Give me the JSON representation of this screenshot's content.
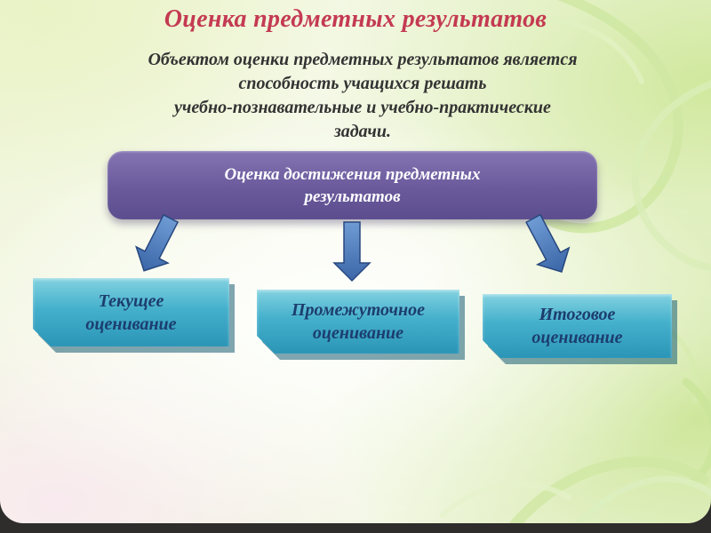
{
  "slide": {
    "title": "Оценка предметных результатов",
    "intro_lines": [
      "Объектом оценки предметных результатов является",
      "способность учащихся решать",
      "учебно-познавательные и  учебно-практические",
      "задачи."
    ],
    "root_lines": [
      "Оценка достижения предметных",
      "результатов"
    ],
    "leaves": [
      {
        "lines": [
          "Текущее",
          "оценивание"
        ]
      },
      {
        "lines": [
          "Промежуточное",
          "оценивание"
        ]
      },
      {
        "lines": [
          "Итоговое",
          "оценивание"
        ]
      }
    ]
  },
  "colors": {
    "title-color": "#c43a52",
    "intro-color": "#333333",
    "root-bg": "#6a5a9c",
    "root-text": "#ffffff",
    "leaf-bg": "#45b0cc",
    "leaf-text": "#1c3d6e",
    "arrow-color": "#4a78b4"
  }
}
